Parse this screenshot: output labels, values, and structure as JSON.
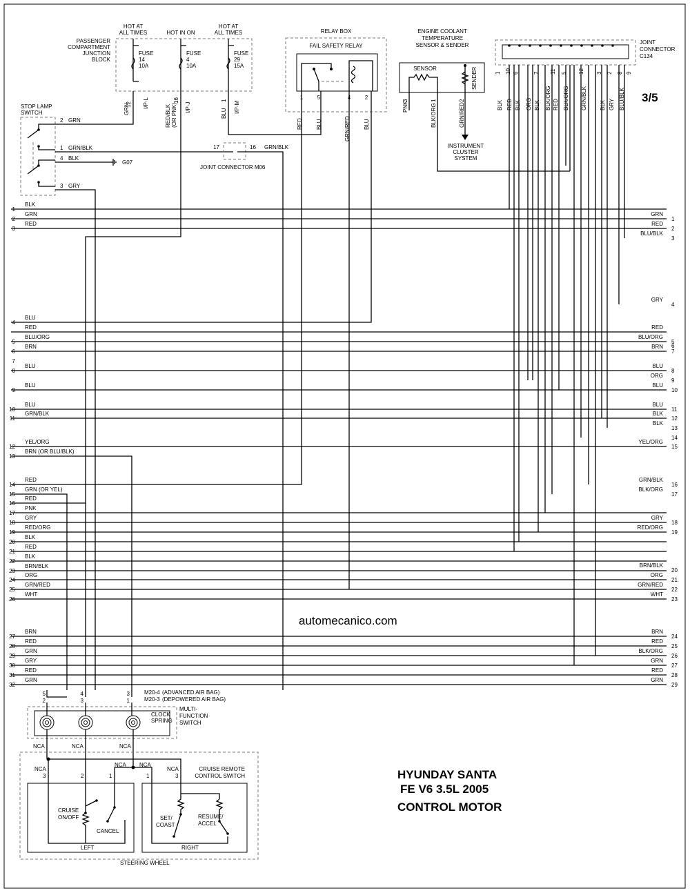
{
  "title": {
    "line1": "HYUNDAY SANTA",
    "line2": "FE V6 3.5L 2005",
    "line3": "CONTROL MOTOR"
  },
  "page_label": "3/5",
  "watermark": "automecanico.com",
  "power": {
    "hot_at_all_times_1": [
      "HOT AT",
      "ALL TIMES"
    ],
    "hot_in_on": "HOT IN ON",
    "hot_at_all_times_2": [
      "HOT AT",
      "ALL TIMES"
    ],
    "junction_block": [
      "PASSENGER",
      "COMPARTMENT",
      "JUNCTION",
      "BLOCK"
    ],
    "fuses": [
      {
        "lines": [
          "FUSE",
          "14",
          "10A"
        ],
        "wire": "GRN",
        "pin": "12",
        "conn": "I/P-L"
      },
      {
        "lines": [
          "FUSE",
          "4",
          "10A"
        ],
        "wire": "RED/BLK",
        "wire2": "(OR PNK)",
        "pin": "16",
        "conn": "I/P-J"
      },
      {
        "lines": [
          "FUSE",
          "29",
          "15A"
        ],
        "wire": "BLU",
        "pin": "1",
        "conn": "I/P-M"
      }
    ]
  },
  "relay_box": {
    "label": "RELAY BOX",
    "relay": "FAIL SAFETY RELAY",
    "pins": [
      "1",
      "5",
      "4",
      "2"
    ],
    "wires": [
      "RED",
      "BLU",
      "GRN/RED",
      "BLU"
    ]
  },
  "ect": {
    "label": [
      "ENGINE COOLANT",
      "TEMPERATURE",
      "SENSOR & SENDER"
    ],
    "sensor": "SENSOR",
    "sender": "SENDER",
    "pins": [
      "3",
      "1",
      "2"
    ],
    "wires": [
      "PNK",
      "BLK/ORG",
      "GRN/RED"
    ],
    "instrument": [
      "INSTRUMENT",
      "CLUSTER",
      "SYSTEM"
    ]
  },
  "joint_c134": {
    "label": [
      "JOINT",
      "CONNECTOR",
      "C134"
    ],
    "pins": [
      "1",
      "10",
      "6",
      "7",
      "11",
      "5",
      "12",
      "3",
      "2",
      "8",
      "9"
    ],
    "wires": [
      "BLK",
      "RED",
      "BLK",
      "ORG",
      "BLK",
      "BLK/ORG",
      "RED",
      "BLK/ORG",
      "GRN/BLK",
      "BLK",
      "GRY",
      "BLU/BLK"
    ]
  },
  "stop_lamp": {
    "label": [
      "STOP LAMP",
      "SWITCH"
    ],
    "pins": [
      {
        "pin": "2",
        "wire": "GRN"
      },
      {
        "pin": "1",
        "wire": "GRN/BLK"
      },
      {
        "pin": "4",
        "wire": "BLK"
      },
      {
        "pin": "3",
        "wire": "GRY"
      }
    ],
    "ground": "G07"
  },
  "joint_m06": {
    "label": "JOINT CONNECTOR M06",
    "pin_left": "17",
    "pin_right": "16",
    "wire": "GRN/BLK"
  },
  "left_pins": [
    {
      "n": "1",
      "w": "BLK"
    },
    {
      "n": "2",
      "w": "GRN"
    },
    {
      "n": "3",
      "w": "RED"
    },
    {
      "n": "4",
      "w": "BLU"
    },
    {
      "n": "",
      "w": "RED"
    },
    {
      "n": "5",
      "w": "BLU/ORG"
    },
    {
      "n": "6",
      "w": "BRN"
    },
    {
      "n": "7",
      "w": ""
    },
    {
      "n": "8",
      "w": "BLU"
    },
    {
      "n": "9",
      "w": "BLU"
    },
    {
      "n": "10",
      "w": "BLU"
    },
    {
      "n": "11",
      "w": "GRN/BLK"
    },
    {
      "n": "12",
      "w": "YEL/ORG"
    },
    {
      "n": "13",
      "w": "BRN (OR BLU/BLK)"
    },
    {
      "n": "14",
      "w": "RED"
    },
    {
      "n": "15",
      "w": "GRN (OR YEL)"
    },
    {
      "n": "16",
      "w": "RED"
    },
    {
      "n": "17",
      "w": "PNK"
    },
    {
      "n": "18",
      "w": "GRY"
    },
    {
      "n": "19",
      "w": "RED/ORG"
    },
    {
      "n": "20",
      "w": "BLK"
    },
    {
      "n": "21",
      "w": "RED"
    },
    {
      "n": "22",
      "w": "BLK"
    },
    {
      "n": "23",
      "w": "BRN/BLK"
    },
    {
      "n": "24",
      "w": "ORG"
    },
    {
      "n": "25",
      "w": "GRN/RED"
    },
    {
      "n": "26",
      "w": "WHT"
    },
    {
      "n": "27",
      "w": "BRN"
    },
    {
      "n": "28",
      "w": "RED"
    },
    {
      "n": "29",
      "w": "GRN"
    },
    {
      "n": "30",
      "w": "GRY"
    },
    {
      "n": "31",
      "w": "RED"
    },
    {
      "n": "32",
      "w": "GRN"
    }
  ],
  "right_pins": [
    {
      "n": "1",
      "w": "GRN"
    },
    {
      "n": "2",
      "w": "RED"
    },
    {
      "n": "3",
      "w": "BLU/BLK"
    },
    {
      "n": "4",
      "w": "GRY"
    },
    {
      "n": "",
      "w": "RED"
    },
    {
      "n": "5",
      "w": "BLU/ORG"
    },
    {
      "n": "6",
      "w": ""
    },
    {
      "n": "7",
      "w": "BRN"
    },
    {
      "n": "8",
      "w": "BLU"
    },
    {
      "n": "9",
      "w": "ORG"
    },
    {
      "n": "10",
      "w": "BLU"
    },
    {
      "n": "11",
      "w": "BLU"
    },
    {
      "n": "12",
      "w": "BLK"
    },
    {
      "n": "13",
      "w": "BLK"
    },
    {
      "n": "14",
      "w": ""
    },
    {
      "n": "15",
      "w": "YEL/ORG"
    },
    {
      "n": "16",
      "w": "GRN/BLK"
    },
    {
      "n": "17",
      "w": "BLK/ORG"
    },
    {
      "n": "18",
      "w": "GRY"
    },
    {
      "n": "19",
      "w": "RED/ORG"
    },
    {
      "n": "20",
      "w": "BRN/BLK"
    },
    {
      "n": "21",
      "w": "ORG"
    },
    {
      "n": "22",
      "w": "GRN/RED"
    },
    {
      "n": "23",
      "w": "WHT"
    },
    {
      "n": "24",
      "w": "BRN"
    },
    {
      "n": "25",
      "w": "RED"
    },
    {
      "n": "26",
      "w": "BLK/ORG"
    },
    {
      "n": "27",
      "w": "GRN"
    },
    {
      "n": "28",
      "w": "RED"
    },
    {
      "n": "29",
      "w": "GRN"
    }
  ],
  "multifunction": {
    "m20_4": "M20-4",
    "m20_4_desc": "(ADVANCED AIR BAG)",
    "m20_3": "M20-3",
    "m20_3_desc": "(DEPOWERED AIR BAG)",
    "pins_top": [
      "5",
      "4",
      "3"
    ],
    "pins_bottom": [
      "2",
      "3",
      "1"
    ],
    "clock_spring": [
      "CLOCK",
      "SPRING"
    ],
    "switch_label": [
      "MULTI-",
      "FUNCTION",
      "SWITCH"
    ],
    "nca": "NCA"
  },
  "cruise": {
    "label": [
      "CRUISE REMOTE",
      "CONTROL SWITCH"
    ],
    "cruise_onoff": [
      "CRUISE",
      "ON/OFF"
    ],
    "cancel": "CANCEL",
    "set_coast": [
      "SET/",
      "COAST"
    ],
    "resume_accel": [
      "RESUME/",
      "ACCEL"
    ],
    "left": "LEFT",
    "right": "RIGHT",
    "steering_wheel": "STEERING WHEEL",
    "pins_left": [
      "3",
      "2",
      "1"
    ],
    "pins_right": [
      "1",
      "3"
    ]
  }
}
